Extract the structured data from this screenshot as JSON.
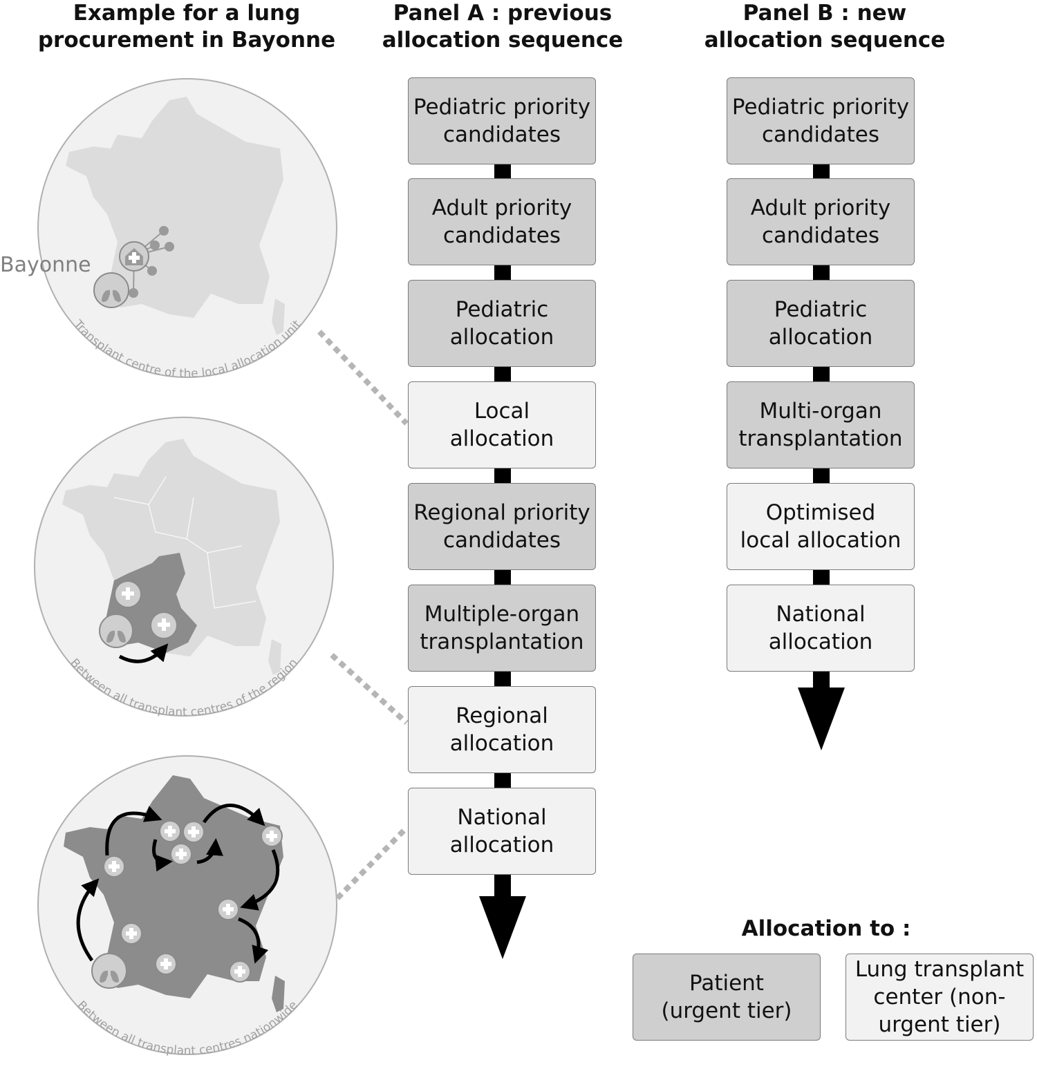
{
  "left_column": {
    "title_line1": "Example for a lung",
    "title_line2": "procurement in Bayonne",
    "city_label": "Bayonne",
    "circle1_caption": "Transplant centre of the local allocation unit",
    "circle2_caption": "Between all transplant centres of the region",
    "circle3_caption": "Between all transplant centres nationwide"
  },
  "panel_a": {
    "title_line1": "Panel A : previous",
    "title_line2": "allocation sequence",
    "steps": [
      {
        "line1": "Pediatric priority",
        "line2": "candidates",
        "tier": "urgent"
      },
      {
        "line1": "Adult priority",
        "line2": "candidates",
        "tier": "urgent"
      },
      {
        "line1": "Pediatric",
        "line2": "allocation",
        "tier": "urgent"
      },
      {
        "line1": "Local",
        "line2": "allocation",
        "tier": "non-urgent"
      },
      {
        "line1": "Regional priority",
        "line2": "candidates",
        "tier": "urgent"
      },
      {
        "line1": "Multiple-organ",
        "line2": "transplantation",
        "tier": "urgent"
      },
      {
        "line1": "Regional",
        "line2": "allocation",
        "tier": "non-urgent"
      },
      {
        "line1": "National",
        "line2": "allocation",
        "tier": "non-urgent"
      }
    ]
  },
  "panel_b": {
    "title_line1": "Panel B : new",
    "title_line2": "allocation sequence",
    "steps": [
      {
        "line1": "Pediatric priority",
        "line2": "candidates",
        "tier": "urgent"
      },
      {
        "line1": "Adult priority",
        "line2": "candidates",
        "tier": "urgent"
      },
      {
        "line1": "Pediatric",
        "line2": "allocation",
        "tier": "urgent"
      },
      {
        "line1": "Multi-organ",
        "line2": "transplantation",
        "tier": "urgent"
      },
      {
        "line1": "Optimised",
        "line2": "local allocation",
        "tier": "non-urgent"
      },
      {
        "line1": "National",
        "line2": "allocation",
        "tier": "non-urgent"
      }
    ]
  },
  "legend": {
    "title": "Allocation to :",
    "urgent_line1": "Patient",
    "urgent_line2": "(urgent tier)",
    "nonurgent_line1": "Lung transplant",
    "nonurgent_line2": "center (non-",
    "nonurgent_line3": "urgent tier)"
  },
  "colors": {
    "urgent_fill": "#cfcfcf",
    "non_urgent_fill": "#f2f2f2",
    "connector": "#000000",
    "map_light": "#dcdcdc",
    "map_dark": "#8c8c8c",
    "caption_gray": "#a0a0a0"
  }
}
